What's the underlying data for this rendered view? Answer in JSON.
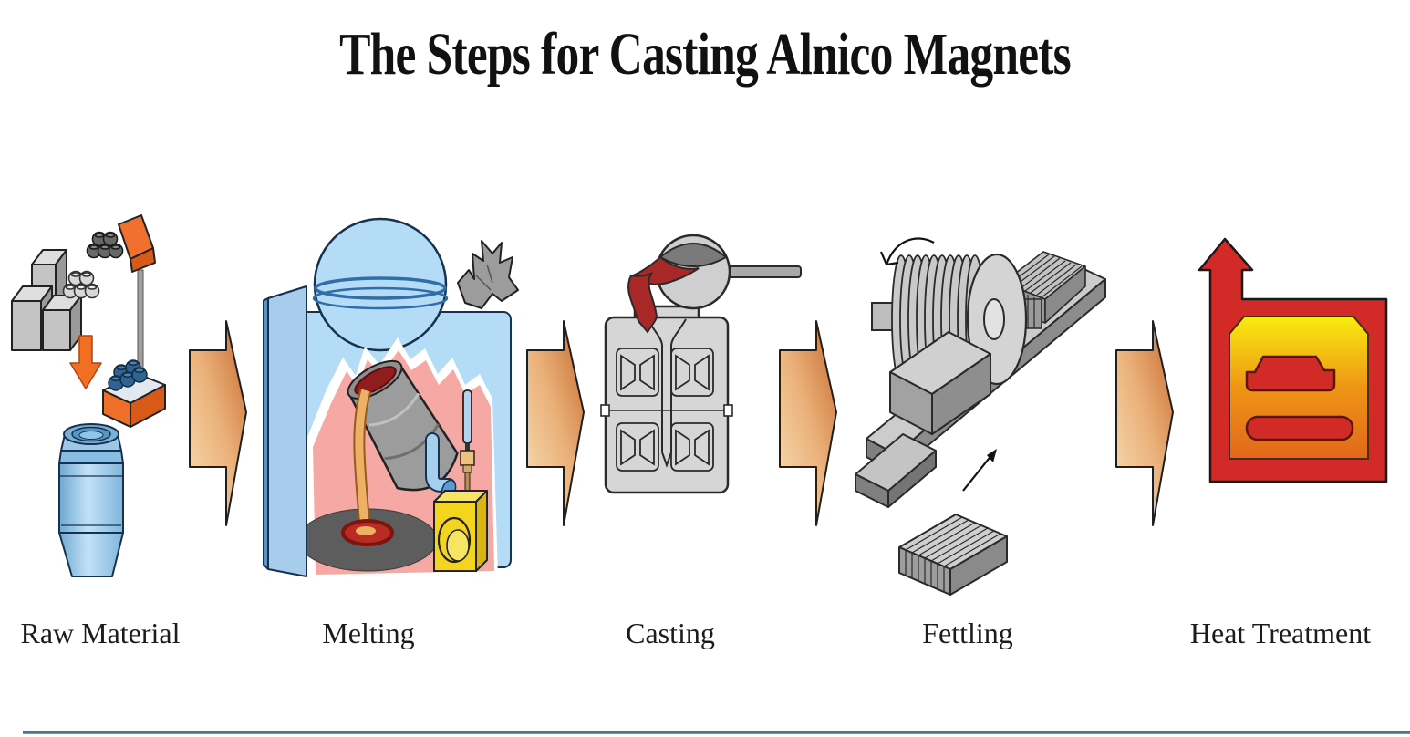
{
  "title": "The Steps for Casting Alnico Magnets",
  "steps": [
    {
      "label": "Raw Material",
      "illustration": "raw-material-ingots-pellets-scale-drum"
    },
    {
      "label": "Melting",
      "illustration": "melting-furnace-crucible-pour"
    },
    {
      "label": "Casting",
      "illustration": "casting-ladle-pouring-into-mold"
    },
    {
      "label": "Fettling",
      "illustration": "fettling-grinding-wheel-machine"
    },
    {
      "label": "Heat Treatment",
      "illustration": "heat-treatment-furnace"
    }
  ],
  "connectors": {
    "shape": "right-arrow",
    "count": 4,
    "gradient_light": "#f8e2b8",
    "gradient_dark": "#c96f33"
  },
  "colors": {
    "background": "#ffffff",
    "title_text": "#111111",
    "label_text": "#1c1c1c",
    "divider": "#51707e",
    "accent_orange": "#f07030",
    "furnace_red": "#d22b27",
    "molten_red": "#a82828",
    "steel_gray": "#c9c9c9",
    "cool_blue": "#a9cdee",
    "pump_yellow": "#f3d41f",
    "heat_yellow": "#f8ec10"
  }
}
